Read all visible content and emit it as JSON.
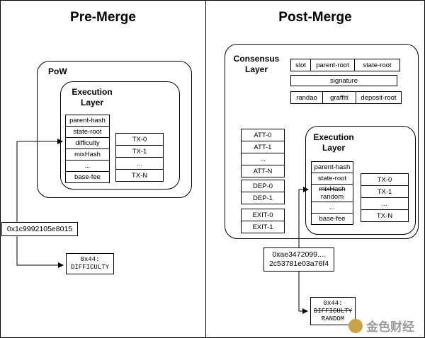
{
  "pre": {
    "title": "Pre-Merge",
    "pow_label": "PoW",
    "exec_label": "Execution\nLayer",
    "header_fields": [
      "parent-hash",
      "state-root",
      "difficulty",
      "mixHash",
      "...",
      "base-fee"
    ],
    "tx_fields": [
      "TX-0",
      "TX-1",
      "...",
      "TX-N"
    ],
    "value": "0x1c9992105e8015",
    "opcode_line1": "0x44:",
    "opcode_line2": "DIFFICULTY"
  },
  "post": {
    "title": "Post-Merge",
    "consensus_label": "Consensus\nLayer",
    "row1": [
      "slot",
      "parent-root",
      "state-root"
    ],
    "row2": [
      "signature"
    ],
    "row3": [
      "randao",
      "graffiti",
      "deposit-root"
    ],
    "att_fields": [
      "ATT-0",
      "ATT-1",
      "...",
      "ATT-N"
    ],
    "dep_fields": [
      "DEP-0",
      "DEP-1"
    ],
    "exit_fields": [
      "EXIT-0",
      "EXIT-1"
    ],
    "exec_label": "Execution\nLayer",
    "header_fields": [
      "parent-hash",
      "state-root",
      "mixHash",
      "random",
      "...",
      "base-fee"
    ],
    "tx_fields": [
      "TX-0",
      "TX-1",
      "...",
      "TX-N"
    ],
    "value_line1": "0xae3472099....",
    "value_line2": "2c53781e03a76f4",
    "opcode_line1": "0x44:",
    "opcode_line2": "DIFFICULTY",
    "opcode_line3": "RANDOM"
  },
  "watermark": "金色财经"
}
